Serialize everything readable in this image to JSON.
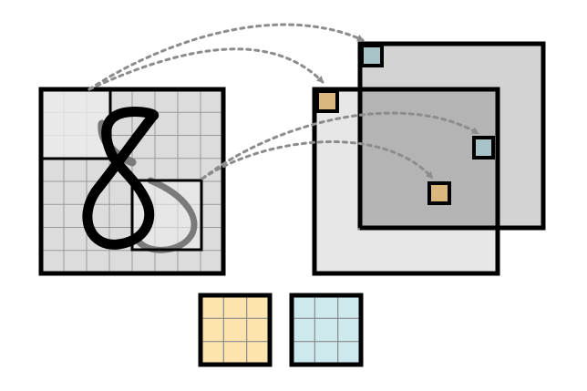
{
  "diagram": {
    "input_glyph": "8",
    "kernels": [
      {
        "name": "kernel-orange",
        "fill": "#fde4ae",
        "rows": 3,
        "cols": 3
      },
      {
        "name": "kernel-blue",
        "fill": "#cde9ee",
        "rows": 3,
        "cols": 3
      }
    ],
    "colors": {
      "input_cell": "#dcdcdc",
      "window_highlight": "#ececec",
      "feature_map_fill": "#d3d3d3",
      "overlap_fill": "#b4b4b4",
      "cell_orange": "#d9b77d",
      "cell_blue": "#a9c4c9",
      "arrow": "#8c8c8c",
      "outline": "#000000"
    },
    "input_grid": {
      "rows": 8,
      "cols": 8
    }
  }
}
